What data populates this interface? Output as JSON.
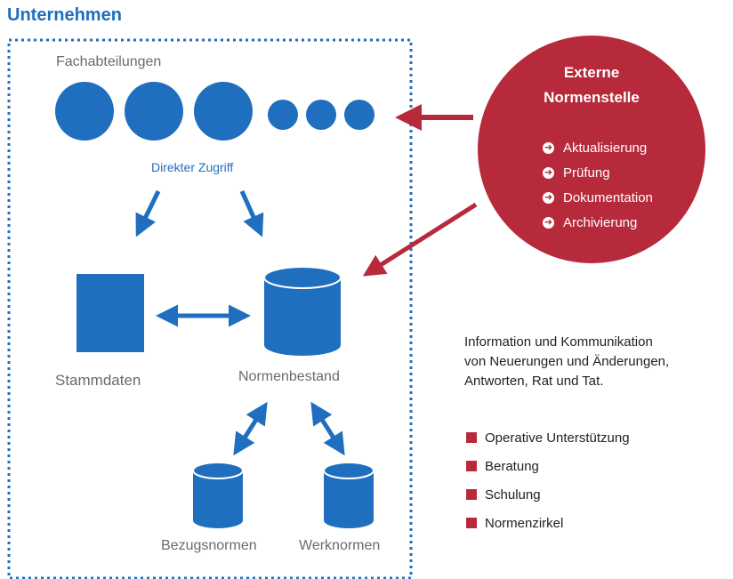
{
  "title": "Unternehmen",
  "company": {
    "departments_label": "Fachabteilungen",
    "direct_access_label": "Direkter Zugriff",
    "master_data_label": "Stammdaten",
    "standards_stock_label": "Normenbestand",
    "reference_standards_label": "Bezugsnormen",
    "factory_standards_label": "Werknormen"
  },
  "external": {
    "title_line1": "Externe",
    "title_line2": "Normenstelle",
    "tasks": [
      {
        "label": "Aktualisierung",
        "icon": "arrow-circle-icon"
      },
      {
        "label": "Prüfung",
        "icon": "arrow-circle-icon"
      },
      {
        "label": "Dokumentation",
        "icon": "arrow-circle-icon"
      },
      {
        "label": "Archivierung",
        "icon": "arrow-circle-icon"
      }
    ]
  },
  "info": {
    "line1": "Information und Kommunikation",
    "line2": "von Neuerungen und  Änderungen,",
    "line3": "Antworten, Rat und Tat."
  },
  "services": [
    "Operative Unterstützung",
    "Beratung",
    "Schulung",
    "Normenzirkel"
  ],
  "colors": {
    "blue": "#1f6fbe",
    "red": "#b72a3b",
    "grey_text": "#6b6b6b"
  }
}
